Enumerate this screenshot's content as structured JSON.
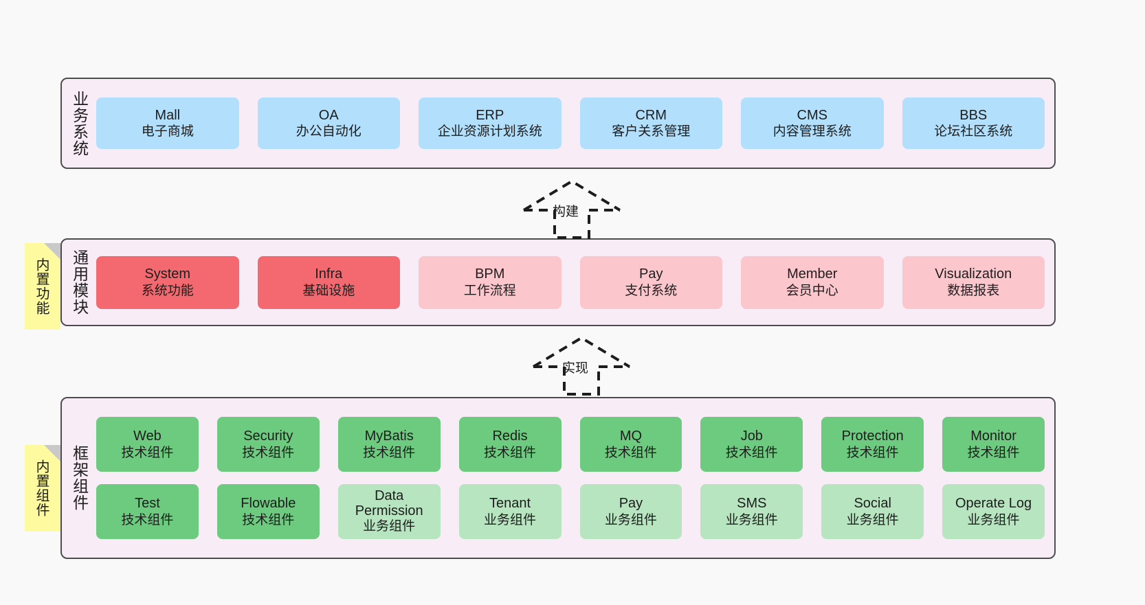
{
  "diagram": {
    "background_color": "#f9f9f9",
    "container_color": "#f8ecf6",
    "border_color": "#4d4d4d",
    "colors": {
      "blue": "#b1dffc",
      "red": "#f4696f",
      "pink": "#fcc6cd",
      "green": "#6ccb7f",
      "green_light": "#b7e5bf",
      "note_yellow": "#fdfaa0",
      "note_fold": "#c9c9c9"
    }
  },
  "layers": [
    {
      "id": "business-systems",
      "label": "业务系统",
      "rows": [
        [
          {
            "title": "Mall",
            "subtitle": "电子商城",
            "color": "blue"
          },
          {
            "title": "OA",
            "subtitle": "办公自动化",
            "color": "blue"
          },
          {
            "title": "ERP",
            "subtitle": "企业资源计划系统",
            "color": "blue"
          },
          {
            "title": "CRM",
            "subtitle": "客户关系管理",
            "color": "blue"
          },
          {
            "title": "CMS",
            "subtitle": "内容管理系统",
            "color": "blue"
          },
          {
            "title": "BBS",
            "subtitle": "论坛社区系统",
            "color": "blue"
          }
        ]
      ]
    },
    {
      "id": "common-modules",
      "label": "通用模块",
      "note": "内置功能",
      "rows": [
        [
          {
            "title": "System",
            "subtitle": "系统功能",
            "color": "red"
          },
          {
            "title": "Infra",
            "subtitle": "基础设施",
            "color": "red"
          },
          {
            "title": "BPM",
            "subtitle": "工作流程",
            "color": "pink"
          },
          {
            "title": "Pay",
            "subtitle": "支付系统",
            "color": "pink"
          },
          {
            "title": "Member",
            "subtitle": "会员中心",
            "color": "pink"
          },
          {
            "title": "Visualization",
            "subtitle": "数据报表",
            "color": "pink"
          }
        ]
      ]
    },
    {
      "id": "framework-components",
      "label": "框架组件",
      "note": "内置组件",
      "rows": [
        [
          {
            "title": "Web",
            "subtitle": "技术组件",
            "color": "green"
          },
          {
            "title": "Security",
            "subtitle": "技术组件",
            "color": "green"
          },
          {
            "title": "MyBatis",
            "subtitle": "技术组件",
            "color": "green"
          },
          {
            "title": "Redis",
            "subtitle": "技术组件",
            "color": "green"
          },
          {
            "title": "MQ",
            "subtitle": "技术组件",
            "color": "green"
          },
          {
            "title": "Job",
            "subtitle": "技术组件",
            "color": "green"
          },
          {
            "title": "Protection",
            "subtitle": "技术组件",
            "color": "green"
          },
          {
            "title": "Monitor",
            "subtitle": "技术组件",
            "color": "green"
          }
        ],
        [
          {
            "title": "Test",
            "subtitle": "技术组件",
            "color": "green"
          },
          {
            "title": "Flowable",
            "subtitle": "技术组件",
            "color": "green"
          },
          {
            "title": "Data Permission",
            "subtitle": "业务组件",
            "color": "green_light"
          },
          {
            "title": "Tenant",
            "subtitle": "业务组件",
            "color": "green_light"
          },
          {
            "title": "Pay",
            "subtitle": "业务组件",
            "color": "green_light"
          },
          {
            "title": "SMS",
            "subtitle": "业务组件",
            "color": "green_light"
          },
          {
            "title": "Social",
            "subtitle": "业务组件",
            "color": "green_light"
          },
          {
            "title": "Operate Log",
            "subtitle": "业务组件",
            "color": "green_light"
          }
        ]
      ]
    }
  ],
  "connectors": [
    {
      "id": "build",
      "label": "构建"
    },
    {
      "id": "implement",
      "label": "实现"
    }
  ]
}
